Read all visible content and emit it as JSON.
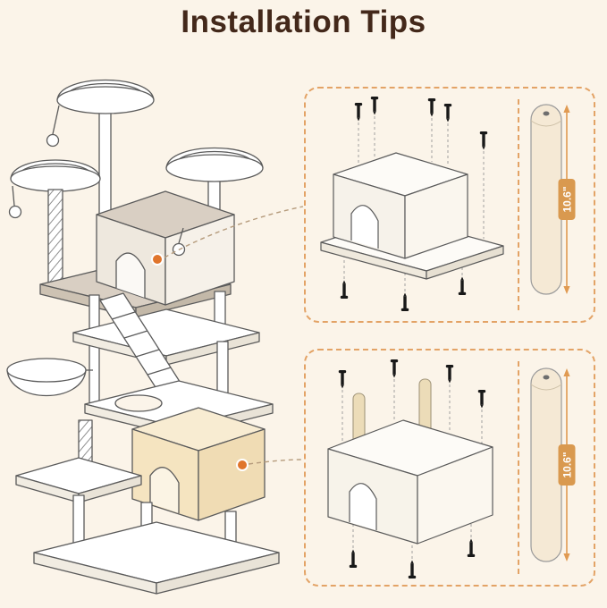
{
  "page": {
    "title": "Installation Tips",
    "background_color": "#fbf4e9",
    "title_color": "#43281a",
    "accent_color": "#e3a366",
    "highlight_dot_color": "#e0752c"
  },
  "illustration": {
    "name": "cat-tree-line-drawing",
    "upper_condo_color": "#d9cfc3",
    "lower_condo_color": "#f5e4c0"
  },
  "panels": {
    "top": {
      "name": "upper-condo-assembly",
      "post": {
        "length_label": "10.6\"",
        "fill_color": "#f5e9d5",
        "tag_color": "#d9994f"
      }
    },
    "bottom": {
      "name": "lower-condo-assembly",
      "post": {
        "length_label": "10.6\"",
        "fill_color": "#f5e9d5",
        "tag_color": "#d9994f"
      }
    }
  }
}
